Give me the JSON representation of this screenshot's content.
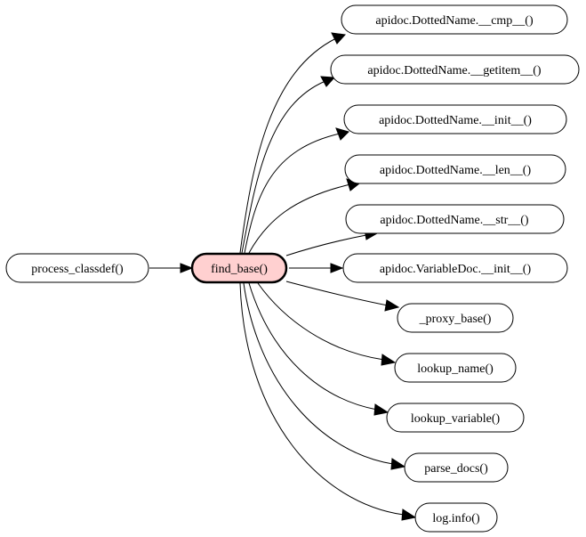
{
  "graph": {
    "caller": {
      "label": "process_classdef()"
    },
    "focus": {
      "label": "find_base()",
      "fill_color": "#ffd0d0"
    },
    "callees": [
      {
        "label": "apidoc.DottedName.__cmp__()"
      },
      {
        "label": "apidoc.DottedName.__getitem__()"
      },
      {
        "label": "apidoc.DottedName.__init__()"
      },
      {
        "label": "apidoc.DottedName.__len__()"
      },
      {
        "label": "apidoc.DottedName.__str__()"
      },
      {
        "label": "apidoc.VariableDoc.__init__()"
      },
      {
        "label": "_proxy_base()"
      },
      {
        "label": "lookup_name()"
      },
      {
        "label": "lookup_variable()"
      },
      {
        "label": "parse_docs()"
      },
      {
        "label": "log.info()"
      }
    ]
  }
}
